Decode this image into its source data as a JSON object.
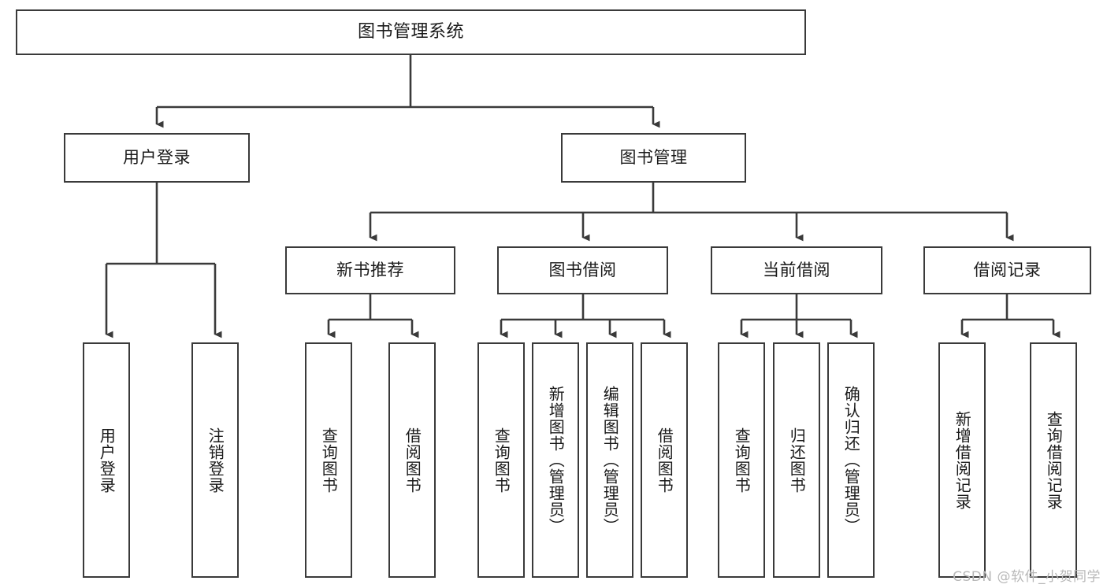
{
  "diagram": {
    "title": "图书管理系统",
    "type": "tree-hierarchy",
    "watermark": "CSDN @软件_小贺同学",
    "colors": {
      "stroke": "#3a3a3a",
      "fill": "#ffffff",
      "text": "#1a1a1a",
      "watermark": "#b8b8b8"
    },
    "levels": {
      "root": {
        "label": "图书管理系统"
      },
      "level2": [
        {
          "label": "用户登录"
        },
        {
          "label": "图书管理"
        }
      ],
      "level3": [
        {
          "label": "新书推荐"
        },
        {
          "label": "图书借阅"
        },
        {
          "label": "当前借阅"
        },
        {
          "label": "借阅记录"
        }
      ],
      "leaves": {
        "user_login": [
          {
            "label": "用户登录"
          },
          {
            "label": "注销登录"
          }
        ],
        "new_book_recommend": [
          {
            "label": "查询图书"
          },
          {
            "label": "借阅图书"
          }
        ],
        "book_borrow": [
          {
            "label": "查询图书"
          },
          {
            "label": "新增图书（管理员）"
          },
          {
            "label": "编辑图书（管理员）"
          },
          {
            "label": "借阅图书"
          }
        ],
        "current_borrow": [
          {
            "label": "查询图书"
          },
          {
            "label": "归还图书"
          },
          {
            "label": "确认归还（管理员）"
          }
        ],
        "borrow_record": [
          {
            "label": "新增借阅记录"
          },
          {
            "label": "查询借阅记录"
          }
        ]
      }
    }
  }
}
